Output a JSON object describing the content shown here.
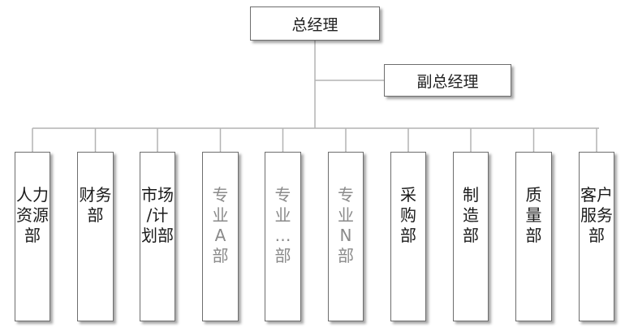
{
  "top": {
    "label": "总经理"
  },
  "deputy": {
    "label": "副总经理"
  },
  "departments": [
    {
      "label": "人力\n资源\n部",
      "muted": false
    },
    {
      "label": "财务\n部",
      "muted": false
    },
    {
      "label": "市场\n/计\n划部",
      "muted": false
    },
    {
      "label": "专\n业\nA\n部",
      "muted": true
    },
    {
      "label": "专\n业\n…\n部",
      "muted": true
    },
    {
      "label": "专\n业\nN\n部",
      "muted": true
    },
    {
      "label": "采\n购\n部",
      "muted": false
    },
    {
      "label": "制\n造\n部",
      "muted": false
    },
    {
      "label": "质\n量\n部",
      "muted": false
    },
    {
      "label": "客户\n服务\n部",
      "muted": false
    }
  ],
  "colors": {
    "line": "#b3b3b3",
    "border": "#6e6e6e",
    "muted_text": "#8a8a8a"
  }
}
